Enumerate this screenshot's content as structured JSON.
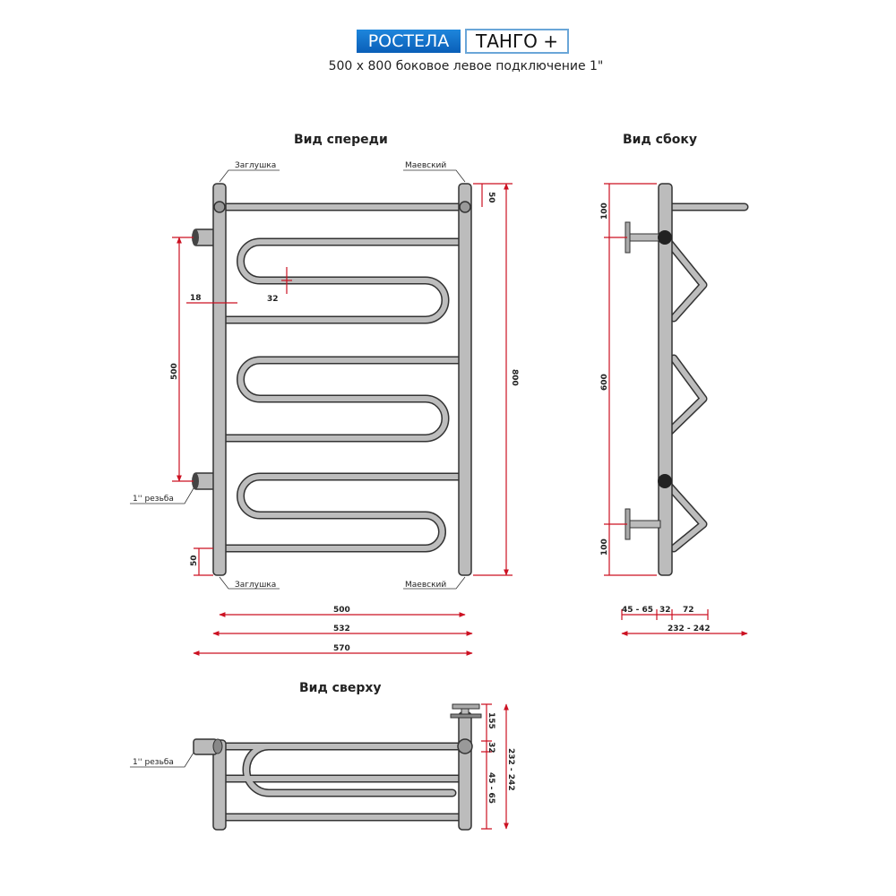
{
  "header": {
    "brand": "РОСТЕЛА",
    "model": "ТАНГО +",
    "subtitle": "500 х 800 боковое левое подключение 1\""
  },
  "views": {
    "front": "Вид спереди",
    "side": "Вид сбоку",
    "top": "Вид сверху"
  },
  "labels": {
    "plug": "Заглушка",
    "mayevsky": "Маевский",
    "thread": "1'' резьба"
  },
  "front_dims": {
    "d500v": "500",
    "d800": "800",
    "d50top": "50",
    "d50bot": "50",
    "d18": "18",
    "d32": "32",
    "d500": "500",
    "d532": "532",
    "d570": "570"
  },
  "side_dims": {
    "d100top": "100",
    "d600": "600",
    "d100bot": "100",
    "d45_65": "45 - 65",
    "d32": "32",
    "d72": "72",
    "d232_242": "232 - 242"
  },
  "top_dims": {
    "d155": "155",
    "d32": "32",
    "d45_65": "45 - 65",
    "d232_242": "232 - 242"
  },
  "colors": {
    "dim": "#cc1122",
    "pipe": "#b9b9b9",
    "outline": "#333333",
    "brand": "#1572cc"
  }
}
